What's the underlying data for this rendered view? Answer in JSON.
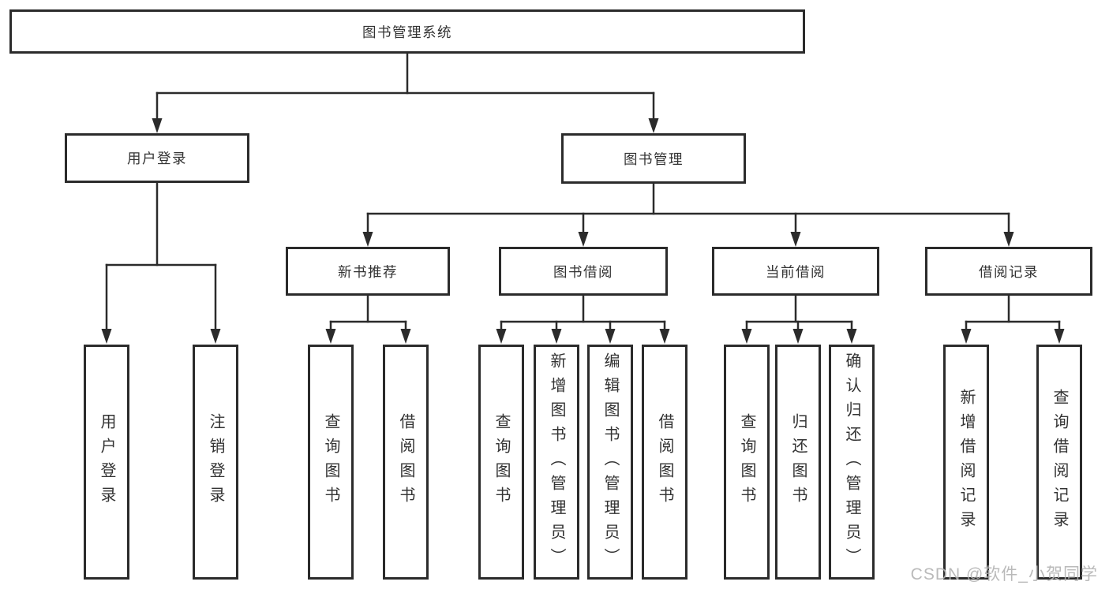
{
  "colors": {
    "line": "#2b2b2b",
    "box_border": "#2b2b2b",
    "box_background": "#ffffff",
    "text": "#333333",
    "watermark": "#b2b2b2"
  },
  "diagram": {
    "root": {
      "label": "图书管理系统"
    },
    "level2": {
      "user_login": {
        "label": "用户登录"
      },
      "book_management": {
        "label": "图书管理"
      }
    },
    "level3": {
      "new_book_recommend": {
        "label": "新书推荐"
      },
      "book_borrow": {
        "label": "图书借阅"
      },
      "current_borrow": {
        "label": "当前借阅"
      },
      "borrow_records": {
        "label": "借阅记录"
      }
    },
    "leaves": {
      "login_user_login": {
        "label": "用户登录"
      },
      "login_logout": {
        "label": "注销登录"
      },
      "recommend_query_books": {
        "label": "查询图书"
      },
      "recommend_borrow_books": {
        "label": "借阅图书"
      },
      "borrow_query_books": {
        "label": "查询图书"
      },
      "borrow_add_books": {
        "label": "新增图书（管理员）"
      },
      "borrow_edit_books": {
        "label": "编辑图书（管理员）"
      },
      "borrow_borrow_books": {
        "label": "借阅图书"
      },
      "current_query_books": {
        "label": "查询图书"
      },
      "current_return_books": {
        "label": "归还图书"
      },
      "current_confirm_return": {
        "label": "确认归还（管理员）"
      },
      "records_add_record": {
        "label": "新增借阅记录"
      },
      "records_query_record": {
        "label": "查询借阅记录"
      }
    }
  },
  "watermark": {
    "text": "CSDN @软件_小贺同学"
  }
}
